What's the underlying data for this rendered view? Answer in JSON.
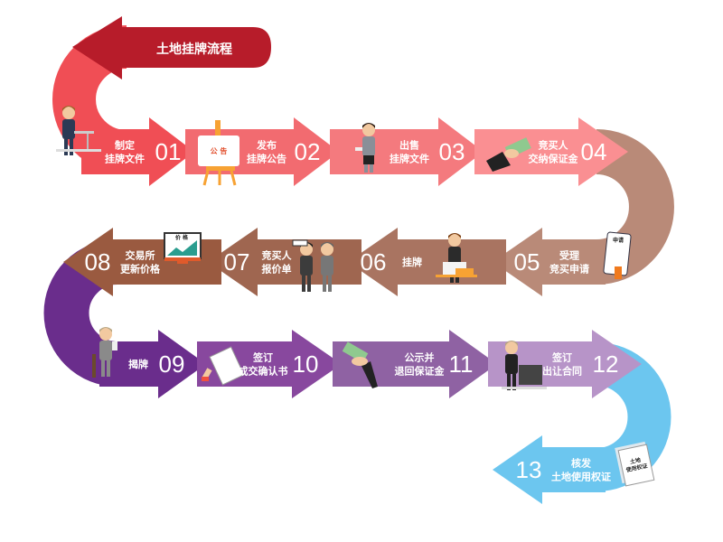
{
  "title": "土地挂牌流程",
  "colors": {
    "title_banner": "#b71c2a",
    "row1": [
      "#f04e55",
      "#f26b70",
      "#f47a7e",
      "#fa8f92"
    ],
    "row2": [
      "#b98a78",
      "#a97461",
      "#9f6650",
      "#9a5a40"
    ],
    "row3": [
      "#6a2d8c",
      "#88489e",
      "#8f62a3",
      "#b794c8"
    ],
    "row4": [
      "#6cc6ef"
    ]
  },
  "icon_texts": {
    "notice_board": "公 告",
    "monitor": "价 格",
    "application_form": "申请",
    "certificate": [
      "土地",
      "使用权证"
    ]
  },
  "steps": [
    {
      "number": "01",
      "label": [
        "制定",
        "挂牌文件"
      ],
      "icon": "person-at-desk-icon"
    },
    {
      "number": "02",
      "label": [
        "发布",
        "挂牌公告"
      ],
      "icon": "notice-board-icon"
    },
    {
      "number": "03",
      "label": [
        "出售",
        "挂牌文件"
      ],
      "icon": "businessman-icon"
    },
    {
      "number": "04",
      "label": [
        "竞买人",
        "交纳保证金"
      ],
      "icon": "money-hand-icon"
    },
    {
      "number": "05",
      "label": [
        "受理",
        "竞买申请"
      ],
      "icon": "application-form-icon"
    },
    {
      "number": "06",
      "label": [
        "挂牌"
      ],
      "icon": "person-at-laptop-icon"
    },
    {
      "number": "07",
      "label": [
        "竞买人",
        "报价单"
      ],
      "icon": "bidders-icon"
    },
    {
      "number": "08",
      "label": [
        "交易所",
        "更新价格"
      ],
      "icon": "price-monitor-icon"
    },
    {
      "number": "09",
      "label": [
        "揭牌"
      ],
      "icon": "seated-person-icon"
    },
    {
      "number": "10",
      "label": [
        "签订",
        "成交确认书"
      ],
      "icon": "signing-document-icon"
    },
    {
      "number": "11",
      "label": [
        "公示并",
        "退回保证金"
      ],
      "icon": "money-hand-icon"
    },
    {
      "number": "12",
      "label": [
        "签订",
        "出让合同"
      ],
      "icon": "person-at-desk-icon"
    },
    {
      "number": "13",
      "label": [
        "核发",
        "土地使用权证"
      ],
      "icon": "certificate-icon"
    }
  ]
}
